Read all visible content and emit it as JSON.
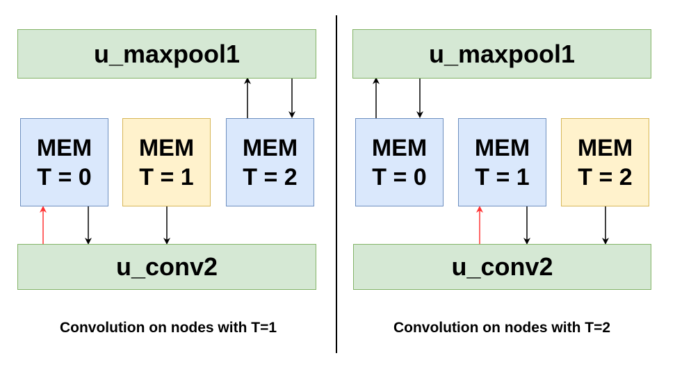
{
  "panels": [
    {
      "top_module": "u_maxpool1",
      "bottom_module": "u_conv2",
      "caption": "Convolution on nodes with T=1",
      "mem": [
        {
          "label": "MEM",
          "time": "T = 0",
          "color": "blue"
        },
        {
          "label": "MEM",
          "time": "T = 1",
          "color": "yellow"
        },
        {
          "label": "MEM",
          "time": "T = 2",
          "color": "blue"
        }
      ]
    },
    {
      "top_module": "u_maxpool1",
      "bottom_module": "u_conv2",
      "caption": "Convolution on nodes with T=2",
      "mem": [
        {
          "label": "MEM",
          "time": "T = 0",
          "color": "blue"
        },
        {
          "label": "MEM",
          "time": "T = 1",
          "color": "blue"
        },
        {
          "label": "MEM",
          "time": "T = 2",
          "color": "yellow"
        }
      ]
    }
  ],
  "colors": {
    "module_fill": "#d5e8d4",
    "module_stroke": "#82b366",
    "mem_blue_fill": "#dae8fc",
    "mem_blue_stroke": "#6c8ebf",
    "mem_yellow_fill": "#fff2cc",
    "mem_yellow_stroke": "#d6b656",
    "arrow": "#000000",
    "highlight_arrow": "#ff3333"
  }
}
